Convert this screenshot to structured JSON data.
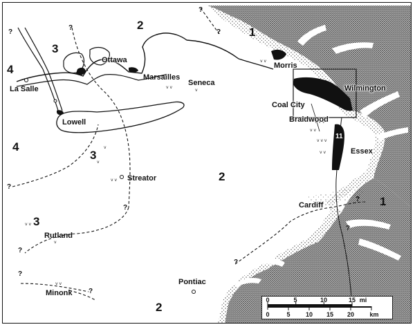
{
  "places": {
    "la_salle": "La Salle",
    "ottawa": "Ottawa",
    "marsailles": "Marsailles",
    "seneca": "Seneca",
    "morris": "Morris",
    "wilmington": "Wilmington",
    "coal_city": "Coal City",
    "braidwood": "Braidwood",
    "lowell": "Lowell",
    "essex": "Essex",
    "streator": "Streator",
    "cardiff": "Cardiff",
    "rutland": "Rutland",
    "pontiac": "Pontiac",
    "minonk": "Minonk"
  },
  "zones": {
    "z2_top": "2",
    "z1_top": "1",
    "z3_topleft": "3",
    "z4_left_top": "4",
    "z4_left_mid": "4",
    "z3_mid": "3",
    "z2_center": "2",
    "z1_right": "1",
    "z3_lower": "3",
    "z2_bottom": "2"
  },
  "pit_marker": "11",
  "uncertain_mark": "?",
  "scale_bar": {
    "mi_ticks": [
      "0",
      "5",
      "10",
      "15"
    ],
    "mi_unit": "mi",
    "km_ticks": [
      "0",
      "5",
      "10",
      "15",
      "20"
    ],
    "km_unit": "km"
  },
  "colors": {
    "ink": "#111111",
    "paper": "#ffffff",
    "upland_stipple": "#3a3a3a"
  }
}
